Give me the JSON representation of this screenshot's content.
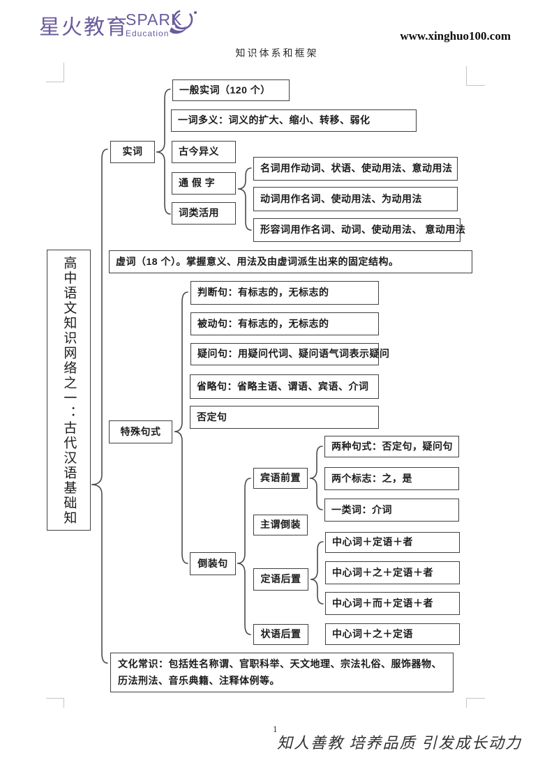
{
  "header": {
    "logo_text": "星火教育",
    "logo_brand": "SPARK",
    "logo_brand_sub": "Education",
    "page_heading": "知识体系和框架",
    "website": "www.xinghuo100.com",
    "brand_color": "#6a5b9c"
  },
  "nodes": {
    "root": "高中语文知识网络之一：古代汉语基础知",
    "shici": "实词",
    "yibanshici": "一般实词（120 个）",
    "yiciduoyi": "一词多义：词义的扩大、缩小、转移、弱化",
    "gujinyiyi": "古今异义",
    "tongjiazi": "通 假 字",
    "cileihuoyong": "词类活用",
    "mingciyongfa": "名词用作动词、状语、使动用法、意动用法",
    "dongciyongfa": "动词用作名词、使动用法、为动用法",
    "xingrongciyongfa": "形容词用作名词、动词、使动用法、 意动用法",
    "xuci": "虚词（18 个）。掌握意义、用法及由虚词派生出来的固定结构。",
    "panduanju": "判断句：有标志的，无标志的",
    "beidongju": "被动句：有标志的，无标志的",
    "yiwenju": "疑问句：用疑问代词、疑问语气词表示疑问",
    "shengluaju": "省略句：省略主语、谓语、宾语、介词",
    "foudingju": "否定句",
    "teshujushi": "特殊句式",
    "liangzhongjushi": "两种句式：否定句，疑问句",
    "binyuqianzhi": "宾语前置",
    "lianggebiaozhi": "两个标志：之，是",
    "yileici": "一类词：介词",
    "zhuweidaozhuang": "主谓倒装",
    "daozhuangju": "倒装句",
    "zhongxinci_1": "中心词＋定语＋者",
    "dingyuhouzhi": "定语后置",
    "zhongxinci_2": "中心词＋之＋定语＋者",
    "zhongxinci_3": "中心词＋而＋定语＋者",
    "zhuangyuhouzhi": "状语后置",
    "zhongxinci_4": "中心词＋之＋定语",
    "wenhuachangshi": "文化常识：包括姓名称谓、官职科举、天文地理、宗法礼俗、服饰器物、历法刑法、音乐典籍、注释体例等。"
  },
  "footer": {
    "page_number": "1",
    "slogan": "知人善教 培养品质 引发成长动力"
  }
}
